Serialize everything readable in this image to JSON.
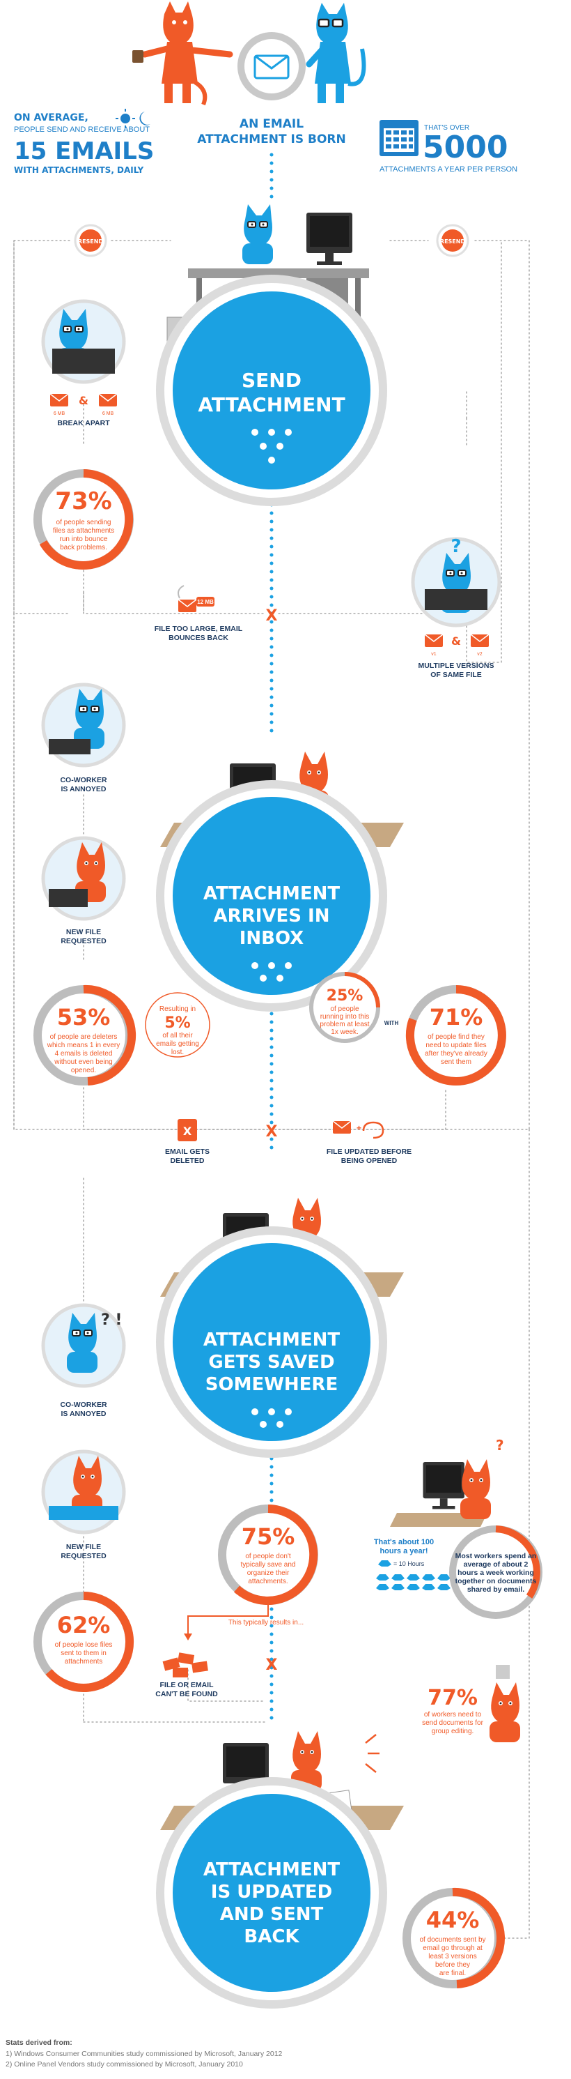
{
  "header": {
    "avg_line1": "ON AVERAGE,",
    "avg_line2": "PEOPLE SEND AND RECEIVE ABOUT",
    "avg_big": "15 EMAILS",
    "avg_line3": "WITH ATTACHMENTS, DAILY",
    "born_line1": "AN EMAIL",
    "born_line2": "ATTACHMENT IS BORN",
    "over_small": "THAT'S OVER",
    "over_big": "5000",
    "over_line": "ATTACHMENTS A YEAR PER PERSON"
  },
  "resend_label": "RESEND",
  "stages": {
    "send": [
      "SEND",
      "ATTACHMENT"
    ],
    "inbox": [
      "ATTACHMENT",
      "ARRIVES IN",
      "INBOX"
    ],
    "saved": [
      "ATTACHMENT",
      "GETS SAVED",
      "SOMEWHERE"
    ],
    "updated": [
      "ATTACHMENT",
      "IS UPDATED",
      "AND SENT",
      "BACK"
    ]
  },
  "labels": {
    "break_apart": "BREAK APART",
    "too_large_1": "FILE TOO LARGE, EMAIL",
    "too_large_2": "BOUNCES BACK",
    "too_large_size": "12 MB",
    "multiple_1": "MULTIPLE VERSIONS",
    "multiple_2": "OF SAME FILE",
    "coworker_1": "CO-WORKER",
    "coworker_2": "IS ANNOYED",
    "new_file_1": "NEW FILE",
    "new_file_2": "REQUESTED",
    "deleted_1": "EMAIL GETS",
    "deleted_2": "DELETED",
    "updated_1": "FILE UPDATED BEFORE",
    "updated_2": "BEING OPENED",
    "cant_find_1": "FILE OR EMAIL",
    "cant_find_2": "CAN'T BE FOUND",
    "typically": "This typically results in...",
    "hours_1": "That's about 100",
    "hours_2": "hours a year!",
    "hours_legend": "= 10 Hours",
    "with": "WITH",
    "amp": "&",
    "x_mark": "X",
    "mb_a": "6 MB",
    "mb_b": "6 MB",
    "v1": "v1",
    "v2": "v2"
  },
  "stats": {
    "s73": {
      "value": "73%",
      "lines": [
        "of people sending",
        "files as attachments",
        "run into bounce",
        "back problems."
      ]
    },
    "s53": {
      "value": "53%",
      "lines": [
        "of people are deleters",
        "which means 1 in every",
        "4 emails is deleted",
        "without even being",
        "opened."
      ]
    },
    "s5": {
      "value": "5%",
      "pre": "Resulting in",
      "lines": [
        "of all their",
        "emails getting",
        "lost."
      ]
    },
    "s25": {
      "value": "25%",
      "lines": [
        "of people",
        "running into this",
        "problem at least",
        "1x week."
      ]
    },
    "s71": {
      "value": "71%",
      "lines": [
        "of people find they",
        "need to update files",
        "after they've already",
        "sent them"
      ]
    },
    "s75": {
      "value": "75%",
      "lines": [
        "of people don't",
        "typically save and",
        "organize their",
        "attachments."
      ]
    },
    "s62": {
      "value": "62%",
      "lines": [
        "of people lose files",
        "sent to them in",
        "attachments"
      ]
    },
    "s77": {
      "value": "77%",
      "lines": [
        "of workers need to",
        "send documents for",
        "group editing."
      ]
    },
    "s44": {
      "value": "44%",
      "lines": [
        "of documents sent by",
        "email go through at",
        "least 3 versions",
        "before they",
        "are final."
      ]
    },
    "hours_note": {
      "lines": [
        "Most workers spend an",
        "average of about 2",
        "hours a week working",
        "together on documents",
        "shared by email."
      ]
    }
  },
  "hours_icons": 10,
  "footer": {
    "title": "Stats derived from:",
    "line1": "1) Windows Consumer Communities study commissioned by Microsoft, January 2012",
    "line2": "2) Online Panel Vendors study commissioned by Microsoft, January 2010"
  },
  "colors": {
    "blue": "#1ba1e2",
    "orange": "#f05a28",
    "navy": "#1e3a5f",
    "grey": "#999999"
  }
}
